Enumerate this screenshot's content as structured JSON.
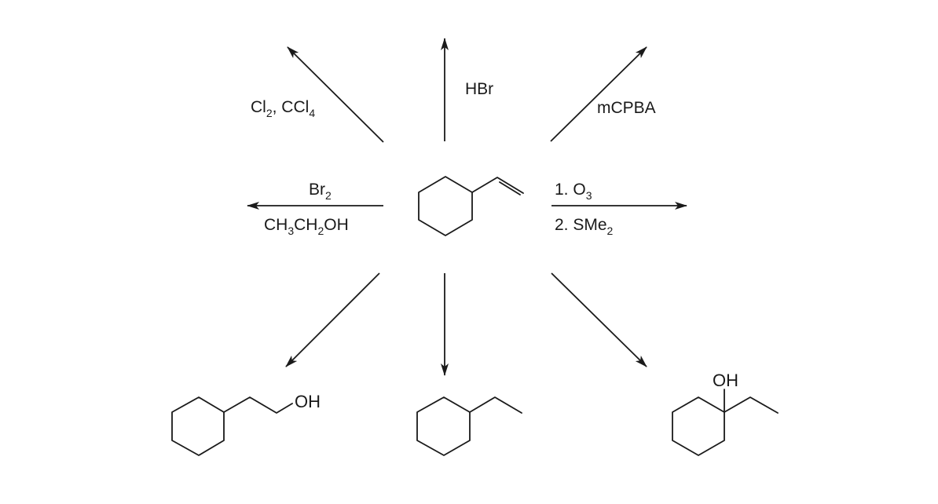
{
  "reagents": {
    "hbr": {
      "line1": "HBr"
    },
    "mcpba": {
      "line1": "mCPBA"
    },
    "cl2": {
      "line1": "Cl",
      "sub1": "2",
      "line1b": ", CCl",
      "sub1b": "4"
    },
    "br2": {
      "line1": "Br",
      "sub1": "2",
      "line2a": "CH",
      "sub2a": "3",
      "line2b": "CH",
      "sub2b": "2",
      "line2c": "OH"
    },
    "ozonolysis": {
      "line1a": "1. O",
      "sub1": "3",
      "line2a": "2. SMe",
      "sub2": "2"
    }
  },
  "products": {
    "primary_alcohol": {
      "label": "OH"
    },
    "tertiary_alcohol": {
      "label": "OH"
    }
  },
  "colors": {
    "ink": "#1a1a1a",
    "background": "#ffffff"
  }
}
